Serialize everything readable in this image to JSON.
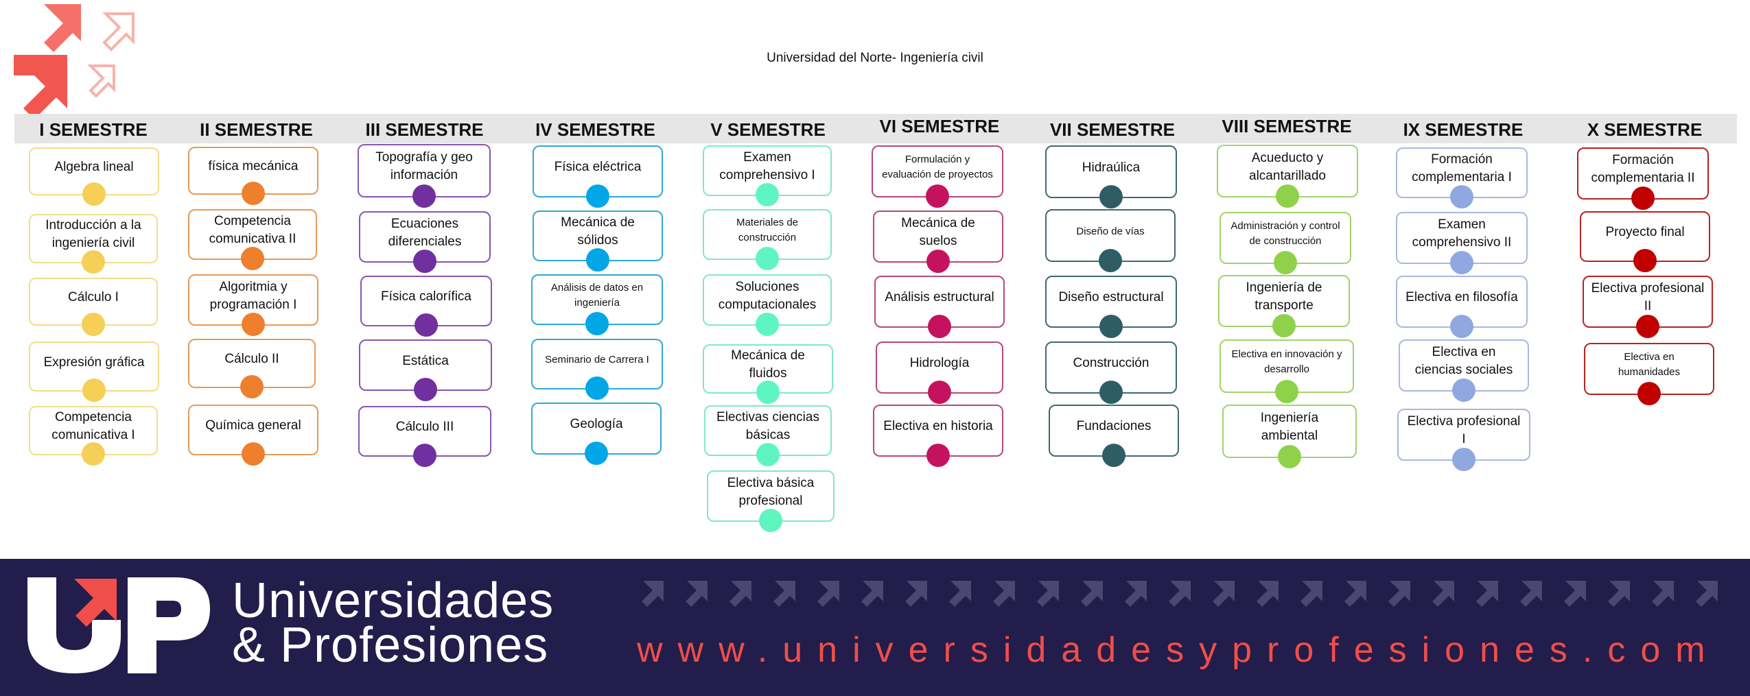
{
  "title": "Universidad del Norte- Ingeniería civil",
  "brand": {
    "line1": "Universidades",
    "line2": "& Profesiones",
    "website": "www.universidadesyprofesiones.com",
    "footer_bg": "#221d4a",
    "accent": "#f04e4a"
  },
  "semesters": [
    {
      "name": "I SEMESTRE",
      "color": "#f5cf56",
      "border": "#f3dc8c",
      "courses": [
        "Algebra lineal",
        "Introducción a la ingeniería civil",
        "Cálculo I",
        "Expresión gráfica",
        "Competencia comunicativa I"
      ]
    },
    {
      "name": "II SEMESTRE",
      "color": "#ee7f2d",
      "border": "#e89a56",
      "courses": [
        "física mecánica",
        "Competencia comunicativa II",
        "Algoritmia y programación I",
        "Cálculo II",
        "Química general"
      ]
    },
    {
      "name": "III SEMESTRE",
      "color": "#7030a0",
      "border": "#8a55b0",
      "courses": [
        "Topografía y geo información",
        "Ecuaciones diferenciales",
        "Física calorífica",
        "Estática",
        "Cálculo III"
      ]
    },
    {
      "name": "IV SEMESTRE",
      "color": "#00a6e6",
      "border": "#2fa9d4",
      "courses": [
        "Física eléctrica",
        "Mecánica de sólidos",
        "Análisis de datos en ingeniería",
        "Seminario de Carrera I",
        "Geología"
      ]
    },
    {
      "name": "V SEMESTRE",
      "color": "#5ff5c1",
      "border": "#7fe8cb",
      "courses": [
        "Examen comprehensivo I",
        "Materiales de construcción",
        "Soluciones computacionales",
        "Mecánica de fluidos",
        "Electivas ciencias básicas",
        "Electiva básica profesional"
      ]
    },
    {
      "name": "VI SEMESTRE",
      "color": "#c5125f",
      "border": "#b7477d",
      "courses": [
        "Formulación y evaluación de proyectos",
        "Mecánica de suelos",
        "Análisis estructural",
        "Hidrología",
        "Electiva en historia"
      ]
    },
    {
      "name": "VII SEMESTRE",
      "color": "#2f5d65",
      "border": "#3f6870",
      "courses": [
        "Hidraúlica",
        "Diseño de vías",
        "Diseño estructural",
        "Construcción",
        "Fundaciones"
      ]
    },
    {
      "name": "VIII SEMESTRE",
      "color": "#8fd14b",
      "border": "#a2d36c",
      "courses": [
        "Acueducto y alcantarillado",
        "Administración y control de construcción",
        "Ingeniería de transporte",
        "Electiva en innovación y desarrollo",
        "Ingeniería ambiental"
      ]
    },
    {
      "name": "IX SEMESTRE",
      "color": "#8fa8e0",
      "border": "#a9b8dc",
      "courses": [
        "Formación complementaria I",
        "Examen comprehensivo II",
        "Electiva en filosofía",
        "Electiva en ciencias sociales",
        "Electiva profesional I"
      ]
    },
    {
      "name": "X SEMESTRE",
      "color": "#c00000",
      "border": "#b82222",
      "courses": [
        "Formación complementaria II",
        "Proyecto final",
        "Electiva profesional II",
        "Electiva en humanidades"
      ]
    }
  ]
}
